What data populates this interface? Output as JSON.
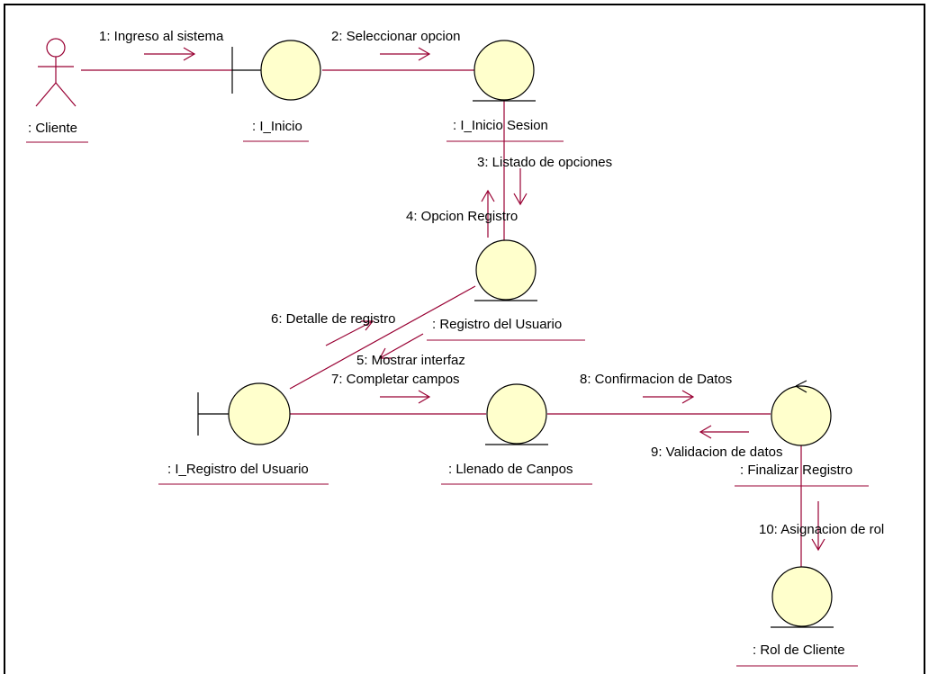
{
  "colors": {
    "frame": "#000000",
    "link": "#990033",
    "object_fill": "#ffffcc",
    "object_stroke": "#000000",
    "text": "#000000"
  },
  "actor": {
    "label": ": Cliente"
  },
  "objects": {
    "i_inicio": {
      "label": ": I_Inicio",
      "kind": "boundary"
    },
    "i_inicio_sesion": {
      "label": ": I_Inicio Sesion",
      "kind": "entity"
    },
    "registro_usuario": {
      "label": ": Registro del Usuario",
      "kind": "entity"
    },
    "i_registro_usuario": {
      "label": ": I_Registro del Usuario",
      "kind": "boundary"
    },
    "llenado_campos": {
      "label": ": Llenado de Canpos",
      "kind": "entity"
    },
    "finalizar_registro": {
      "label": ": Finalizar Registro",
      "kind": "control"
    },
    "rol_cliente": {
      "label": ": Rol de Cliente",
      "kind": "entity"
    }
  },
  "messages": [
    {
      "seq": 1,
      "label": "1: Ingreso al sistema"
    },
    {
      "seq": 2,
      "label": "2: Seleccionar opcion"
    },
    {
      "seq": 3,
      "label": "3: Listado de opciones"
    },
    {
      "seq": 4,
      "label": "4: Opcion Registro"
    },
    {
      "seq": 5,
      "label": "5: Mostrar interfaz"
    },
    {
      "seq": 6,
      "label": "6: Detalle de registro"
    },
    {
      "seq": 7,
      "label": "7: Completar campos"
    },
    {
      "seq": 8,
      "label": "8: Confirmacion de Datos"
    },
    {
      "seq": 9,
      "label": "9: Validacion de datos"
    },
    {
      "seq": 10,
      "label": "10: Asignacion de rol"
    }
  ]
}
